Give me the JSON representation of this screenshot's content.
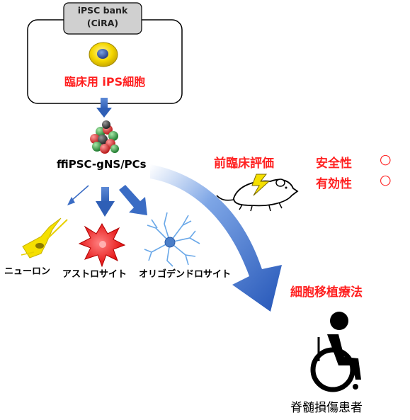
{
  "bank": {
    "title_line1": "iPSC bank",
    "title_line2": "(CiRA)"
  },
  "clinical_label": "臨床用 iPS細胞",
  "cell_label": "ffiPSC-gNS/PCs",
  "neuron_labels": {
    "neuron": "ニューロン",
    "astrocyte": "アストロサイト",
    "oligodendrocyte": "オリゴデンドロサイト"
  },
  "preclinical": {
    "title": "前臨床評価",
    "criteria": [
      {
        "label": "安全性",
        "mark": "○"
      },
      {
        "label": "有効性",
        "mark": "○"
      }
    ]
  },
  "therapy_label": "細胞移植療法",
  "patient_label": "脊髄損傷患者",
  "colors": {
    "accent_red": "#ff2020",
    "arrow_blue": "#3a6cc4",
    "box_gray": "#d0d0d0"
  }
}
